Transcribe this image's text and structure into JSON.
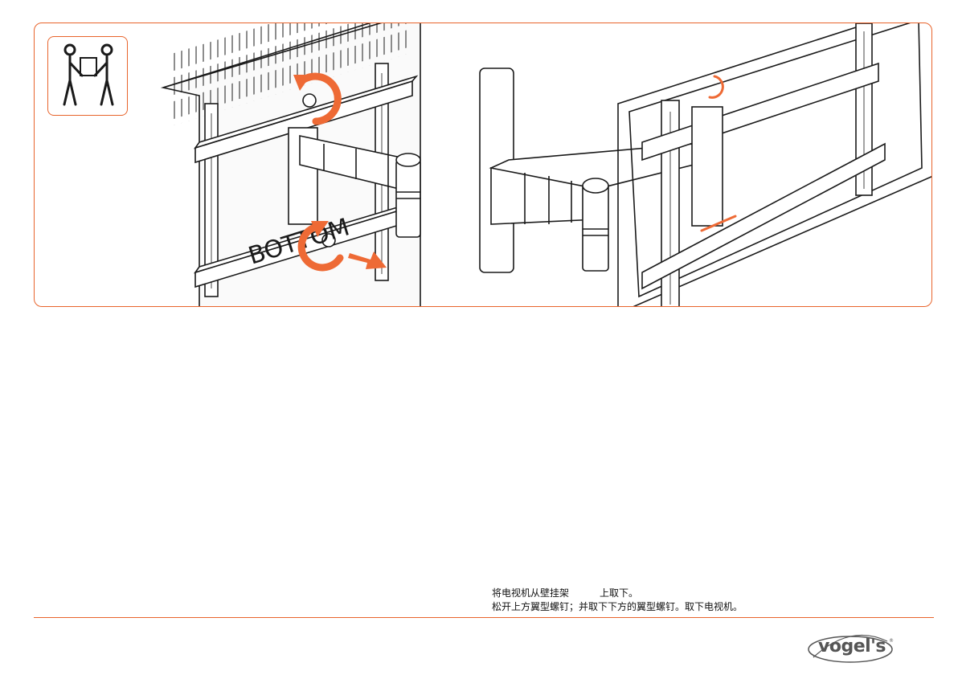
{
  "illustration": {
    "panel_border_color": "#e8642c",
    "accent_color": "#ee6a35",
    "stroke_color": "#1a1a1a",
    "bracket_label": "BOTTOM",
    "icons": [
      "two-person-lift-icon",
      "rotate-arrow-icon",
      "pull-arrow-icon"
    ]
  },
  "caption": {
    "line1_before": "将电视机从壁挂架",
    "line1_after": "上取下。",
    "line2": "松开上方翼型螺钉；并取下下方的翼型螺钉。取下电视机。"
  },
  "footer": {
    "logo_text": "vogel's",
    "logo_reg": "®",
    "rule_color": "#e8642c"
  }
}
